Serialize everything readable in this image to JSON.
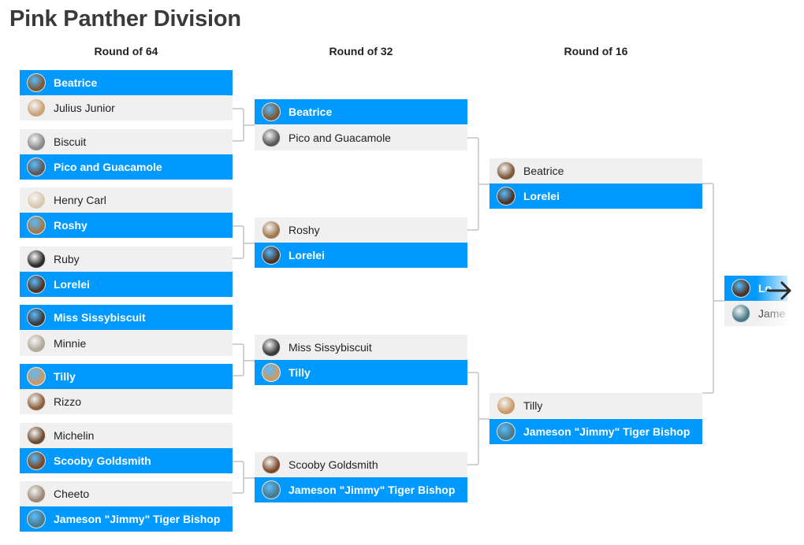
{
  "title": "Pink Panther Division",
  "rounds": [
    "Round of 64",
    "Round of 32",
    "Round of 16"
  ],
  "r64": [
    {
      "name": "Beatrice",
      "win": true,
      "av": "#7a5a3a"
    },
    {
      "name": "Julius Junior",
      "win": false,
      "av": "#c9a27a"
    },
    {
      "name": "Biscuit",
      "win": false,
      "av": "#8a8a8a"
    },
    {
      "name": "Pico and Guacamole",
      "win": true,
      "av": "#5a5a5a"
    },
    {
      "name": "Henry Carl",
      "win": false,
      "av": "#d8c8b0"
    },
    {
      "name": "Roshy",
      "win": true,
      "av": "#a07850"
    },
    {
      "name": "Ruby",
      "win": false,
      "av": "#2a2a2a"
    },
    {
      "name": "Lorelei",
      "win": true,
      "av": "#4a3428"
    },
    {
      "name": "Miss Sissybiscuit",
      "win": true,
      "av": "#3a3a3a"
    },
    {
      "name": "Minnie",
      "win": false,
      "av": "#b0a898"
    },
    {
      "name": "Tilly",
      "win": true,
      "av": "#c89a6a"
    },
    {
      "name": "Rizzo",
      "win": false,
      "av": "#8a6040"
    },
    {
      "name": "Michelin",
      "win": false,
      "av": "#6a4a30"
    },
    {
      "name": "Scooby Goldsmith",
      "win": true,
      "av": "#7a4a2a"
    },
    {
      "name": "Cheeto",
      "win": false,
      "av": "#9a8878"
    },
    {
      "name": "Jameson \"Jimmy\" Tiger Bishop",
      "win": true,
      "av": "#4a7a8a"
    }
  ],
  "r32": [
    {
      "name": "Beatrice",
      "win": true,
      "av": "#7a5a3a"
    },
    {
      "name": "Pico and Guacamole",
      "win": false,
      "av": "#5a5a5a"
    },
    {
      "name": "Roshy",
      "win": false,
      "av": "#a07850"
    },
    {
      "name": "Lorelei",
      "win": true,
      "av": "#4a3428"
    },
    {
      "name": "Miss Sissybiscuit",
      "win": false,
      "av": "#3a3a3a"
    },
    {
      "name": "Tilly",
      "win": true,
      "av": "#c89a6a"
    },
    {
      "name": "Scooby Goldsmith",
      "win": false,
      "av": "#7a4a2a"
    },
    {
      "name": "Jameson \"Jimmy\" Tiger Bishop",
      "win": true,
      "av": "#4a7a8a"
    }
  ],
  "r16": [
    {
      "name": "Beatrice",
      "win": false,
      "av": "#7a5a3a"
    },
    {
      "name": "Lorelei",
      "win": true,
      "av": "#4a3428"
    },
    {
      "name": "Tilly",
      "win": false,
      "av": "#c89a6a"
    },
    {
      "name": "Jameson \"Jimmy\" Tiger Bishop",
      "win": true,
      "av": "#4a7a8a"
    }
  ],
  "r8": [
    {
      "name": "Lo",
      "win": true,
      "av": "#4a3428"
    },
    {
      "name": "Jame",
      "win": false,
      "av": "#4a7a8a"
    }
  ],
  "next_icon": "arrow-right-icon"
}
